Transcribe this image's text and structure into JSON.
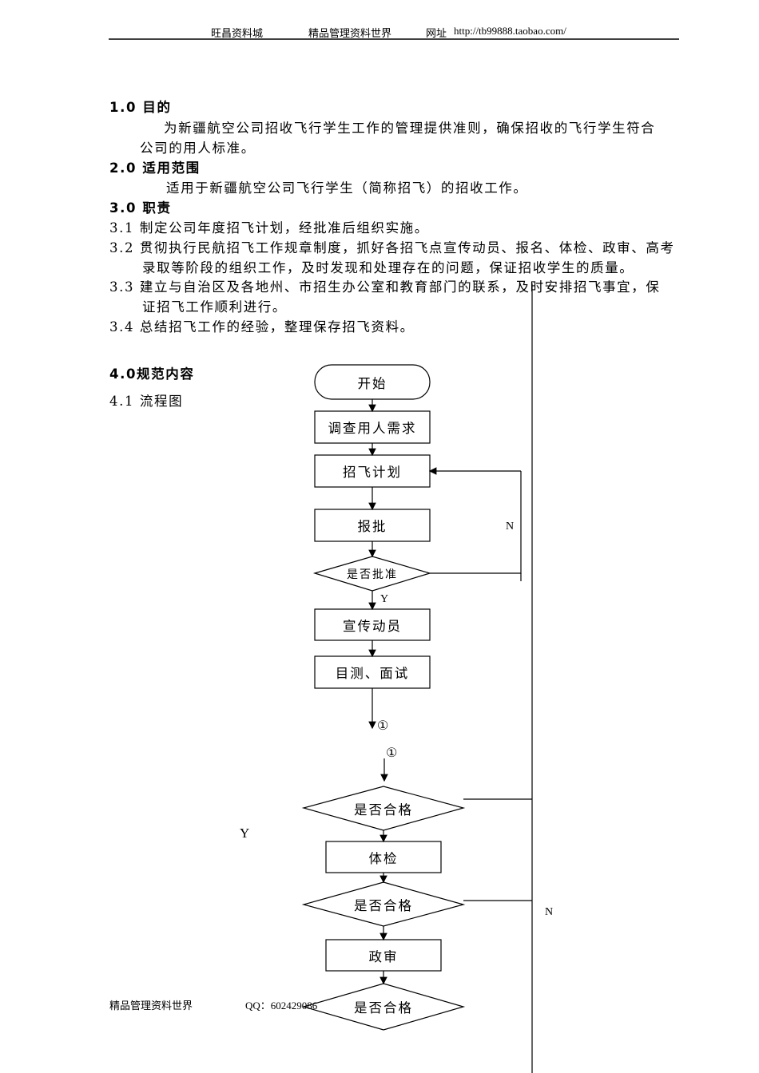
{
  "header": {
    "left": "旺昌资料城",
    "center": "精品管理资料世界",
    "url_label": "网址",
    "url": "http://tb99888.taobao.com/"
  },
  "sections": [
    {
      "heading": "1.0 目的",
      "body": [
        "为新疆航空公司招收飞行学生工作的管理提供准则，确保招收的飞行学生符合",
        "公司的用人标准。"
      ]
    },
    {
      "heading": "2.0 适用范围",
      "body": [
        "适用于新疆航空公司飞行学生（简称招飞）的招收工作。"
      ]
    },
    {
      "heading": "3.0 职责",
      "items": [
        "3.1  制定公司年度招飞计划，经批准后组织实施。",
        "3.2  贯彻执行民航招飞工作规章制度，抓好各招飞点宣传动员、报名、体检、政审、高考",
        "录取等阶段的组织工作，及时发现和处理存在的问题，保证招收学生的质量。",
        "3.3  建立与自治区及各地州、市招生办公室和教育部门的联系，及时安排招飞事宜，保",
        "证招飞工作顺利进行。",
        "3.4  总结招飞工作的经验，整理保存招飞资料。"
      ]
    },
    {
      "heading": "4.0规范内容",
      "sub": "4.1  流程图"
    }
  ],
  "flowchart": {
    "start": "开始",
    "n1": "调查用人需求",
    "n2": "招飞计划",
    "n3": "报批",
    "d1": "是否批准",
    "n4": "宣传动员",
    "n5": "目测、面试",
    "connector": "①",
    "d2": "是否合格",
    "n6": "体检",
    "d3": "是否合格",
    "n7": "政审",
    "d4": "是否合格",
    "yes": "Y",
    "no": "N"
  },
  "footer": {
    "left": "精品管理资料世界",
    "qq": "QQ：602429086"
  }
}
